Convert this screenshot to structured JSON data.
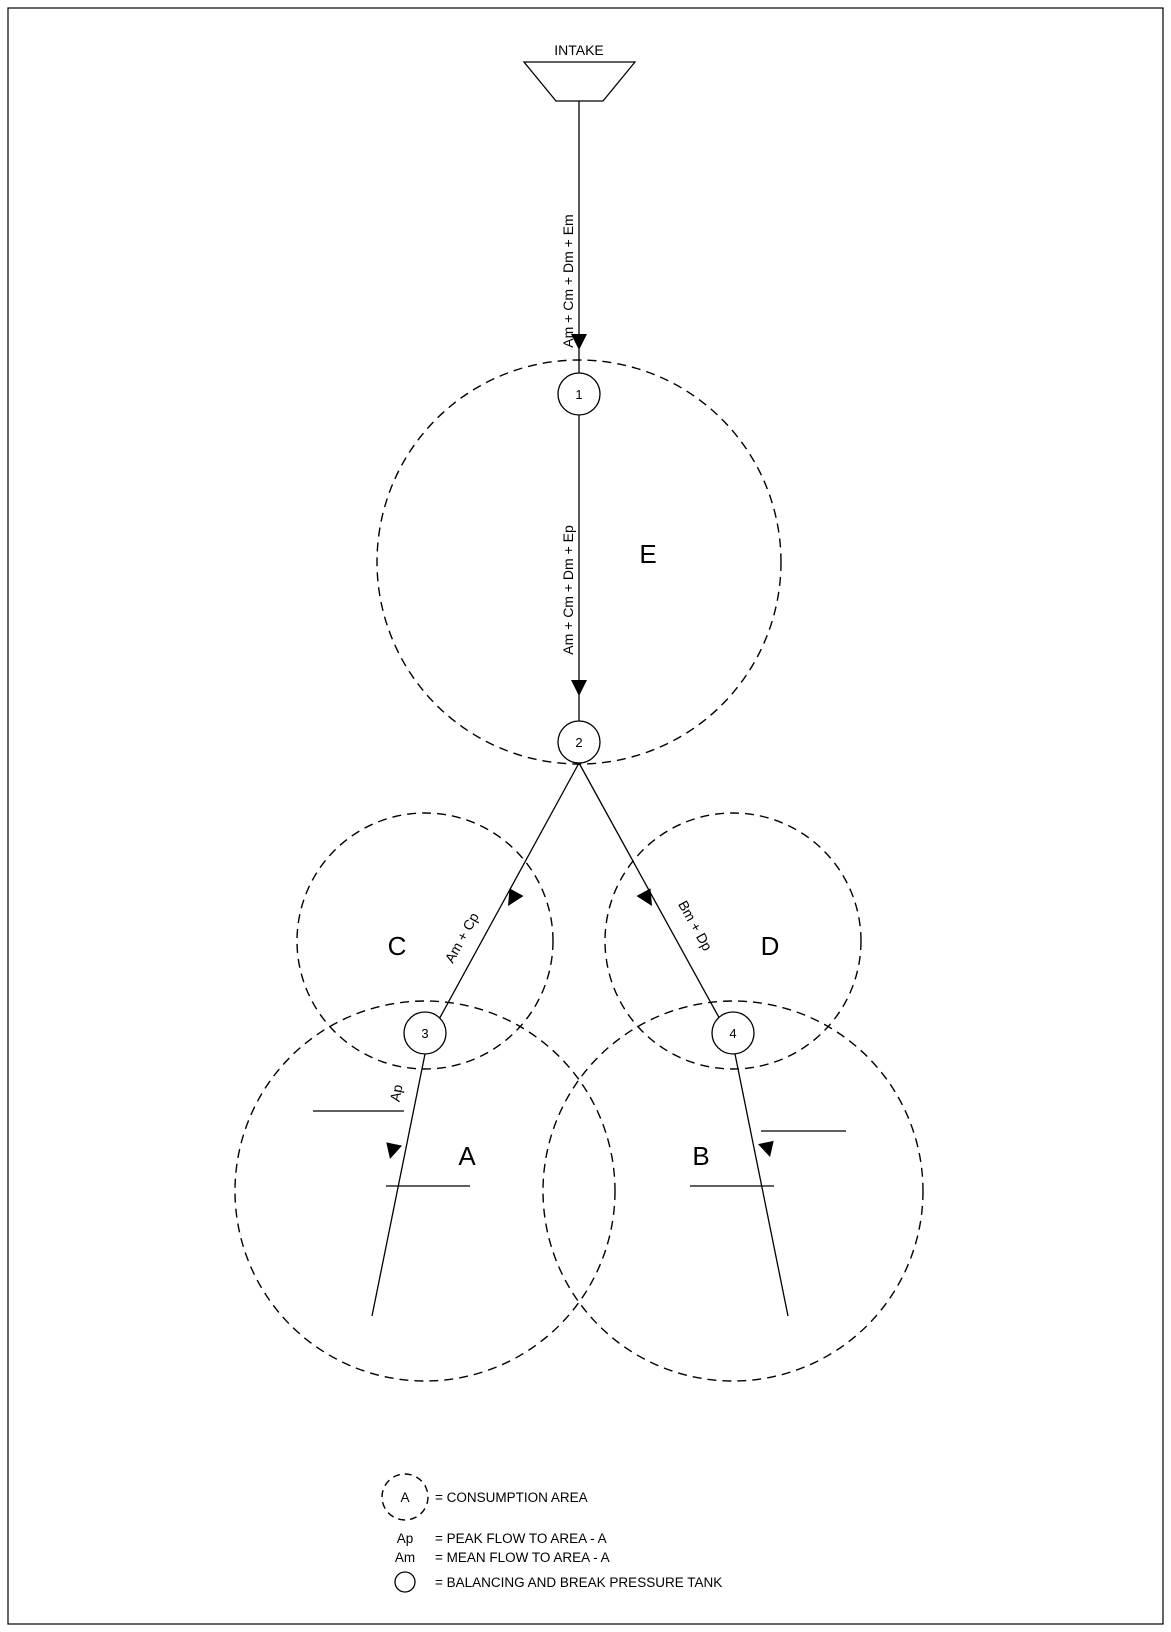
{
  "intake": {
    "label": "INTAKE"
  },
  "flows": {
    "intake_to_1": "Am + Cm + Dm + Em",
    "tank1_to_2": "Am + Cm + Dm + Ep",
    "to_tank3": "Am + Cp",
    "to_tank4": "Bm + Dp",
    "to_area_a": "Ap"
  },
  "zones": {
    "e": "E",
    "c": "C",
    "d": "D",
    "a": "A",
    "b": "B"
  },
  "tanks": {
    "t1": "1",
    "t2": "2",
    "t3": "3",
    "t4": "4"
  },
  "legend": {
    "consumption_symbol": "A",
    "consumption_text": "= CONSUMPTION AREA",
    "peak_symbol": "Ap",
    "peak_text": "= PEAK FLOW TO AREA - A",
    "mean_symbol": "Am",
    "mean_text": "= MEAN FLOW TO AREA - A",
    "tank_text": "= BALANCING AND BREAK PRESSURE TANK"
  }
}
